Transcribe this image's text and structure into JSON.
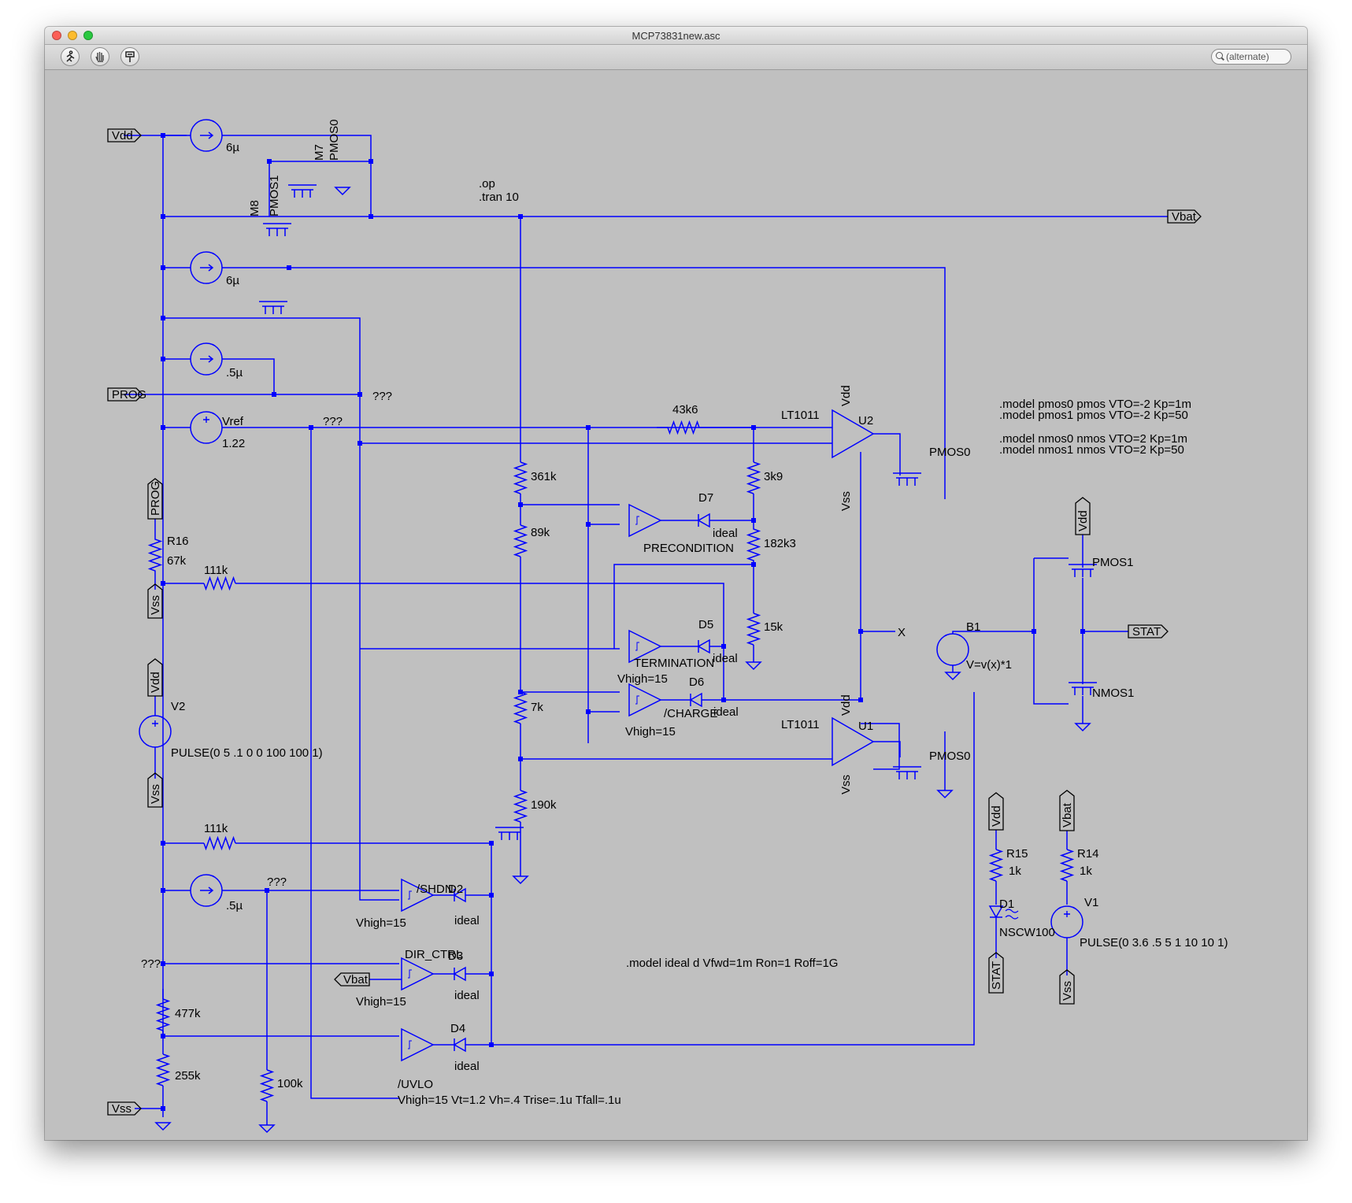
{
  "window": {
    "title": "MCP73831new.asc",
    "search_placeholder": "(alternate)",
    "toolbar_icons": [
      "run-icon",
      "hand-icon",
      "probe-icon"
    ]
  },
  "colors": {
    "wire": "#0000ff",
    "canvas": "#c0c0c0",
    "text": "#000000"
  },
  "labels": {
    "vdd": "Vdd",
    "vbat": "Vbat",
    "prog": "PROG",
    "vss": "Vss",
    "stat": "STAT",
    "x": "X",
    "cs1": "6µ",
    "cs2": "6µ",
    "cs3": ".5µ",
    "cs4": ".5µ",
    "m7": "M7",
    "pmos0": "PMOS0",
    "m8": "M8",
    "pmos1": "PMOS1",
    "op": ".op",
    "tran": ".tran 10",
    "model1": ".model pmos0 pmos VTO=-2 Kp=1m",
    "model2": ".model pmos1 pmos VTO=-2 Kp=50",
    "model3": ".model nmos0 nmos VTO=2 Kp=1m",
    "model4": ".model nmos1 nmos VTO=2 Kp=50",
    "model_ideal": ".model ideal d Vfwd=1m Ron=1 Roff=1G",
    "vref": "Vref",
    "vref_val": "1.22",
    "q": "???",
    "r43k6": "43k6",
    "lt1011": "LT1011",
    "u2": "U2",
    "u1": "U1",
    "r361k": "361k",
    "r89k": "89k",
    "r7k": "7k",
    "r190k": "190k",
    "r3k9": "3k9",
    "r182k3": "182k3",
    "r15k": "15k",
    "r16": "R16",
    "r67k": "67k",
    "r111k": "111k",
    "d7": "D7",
    "d5": "D5",
    "d6": "D6",
    "d2": "D2",
    "d3": "D3",
    "d4": "D4",
    "ideal": "ideal",
    "precondition": "PRECONDITION",
    "termination": "TERMINATION",
    "charge": "/CHARGE",
    "vhigh": "Vhigh=15",
    "shdn": "/SHDN",
    "dir_ctrl": "DIR_CTRL",
    "uvlo": "/UVLO",
    "uvlo_params": "Vhigh=15 Vt=1.2 Vh=.4 Trise=.1u Tfall=.1u",
    "v2": "V2",
    "v2_pulse": "PULSE(0 5 .1 0 0 100 100 1)",
    "r477k": "477k",
    "r255k": "255k",
    "r100k": "100k",
    "b1": "B1",
    "b1_expr": "V=v(x)*1",
    "pmos1_out": "PMOS1",
    "nmos1_out": "NMOS1",
    "r15": "R15",
    "r14": "R14",
    "r1k": "1k",
    "d1": "D1",
    "nscw100": "NSCW100",
    "v1": "V1",
    "v1_pulse": "PULSE(0 3.6 .5 5 1 10 10 1)"
  }
}
